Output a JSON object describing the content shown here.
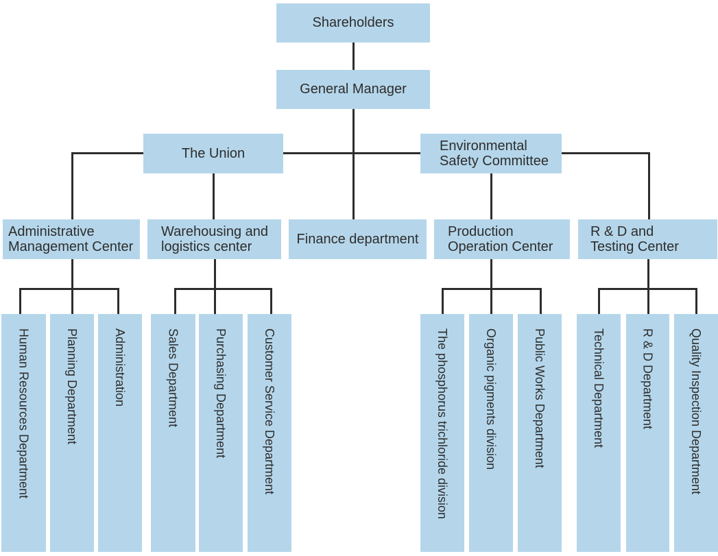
{
  "colors": {
    "fill": "#b5d6ea",
    "line": "#2d2d2d",
    "text": "#2d2d2d",
    "bg": "#ffffff"
  },
  "nodes": {
    "shareholders": "Shareholders",
    "general_manager": "General Manager",
    "the_union": "The Union",
    "environmental_safety_committee": "Environmental\nSafety Committee",
    "administrative_management_center": "Administrative\nManagement Center",
    "warehousing_logistics_center": "Warehousing and\nlogistics center",
    "finance_department": "Finance department",
    "production_operation_center": "Production\nOperation Center",
    "rd_and_testing_center": "R & D and\nTesting Center",
    "human_resources_department": "Human Resources Department",
    "planning_department": "Planning Department",
    "administration": "Administration",
    "sales_department": "Sales Department",
    "purchasing_department": "Purchasing Department",
    "customer_service_department": "Customer Service Department",
    "phosphorus_trichloride_division": "The phosphorus trichloride division",
    "organic_pigments_division": "Organic pigments division",
    "public_works_department": "Public Works Department",
    "technical_department": "Technical Department",
    "rd_department": "R & D Department",
    "quality_inspection_department": "Quality Inspection Department"
  },
  "edges": [
    {
      "from": "Shareholders",
      "to": "General Manager"
    },
    {
      "from": "General Manager",
      "to": "The Union"
    },
    {
      "from": "General Manager",
      "to": "Environmental Safety Committee"
    },
    {
      "from": "General Manager",
      "to": "Finance department"
    },
    {
      "from": "The Union",
      "to": "Administrative Management Center"
    },
    {
      "from": "The Union",
      "to": "Warehousing and logistics center"
    },
    {
      "from": "Environmental Safety Committee",
      "to": "Production Operation Center"
    },
    {
      "from": "Environmental Safety Committee",
      "to": "R & D and Testing Center"
    },
    {
      "from": "Administrative Management Center",
      "to": "Human Resources Department"
    },
    {
      "from": "Administrative Management Center",
      "to": "Planning Department"
    },
    {
      "from": "Administrative Management Center",
      "to": "Administration"
    },
    {
      "from": "Warehousing and logistics center",
      "to": "Sales Department"
    },
    {
      "from": "Warehousing and logistics center",
      "to": "Purchasing Department"
    },
    {
      "from": "Warehousing and logistics center",
      "to": "Customer Service Department"
    },
    {
      "from": "Production Operation Center",
      "to": "The phosphorus trichloride division"
    },
    {
      "from": "Production Operation Center",
      "to": "Organic pigments division"
    },
    {
      "from": "Production Operation Center",
      "to": "Public Works Department"
    },
    {
      "from": "R & D and Testing Center",
      "to": "Technical Department"
    },
    {
      "from": "R & D and Testing Center",
      "to": "R & D Department"
    },
    {
      "from": "R & D and Testing Center",
      "to": "Quality Inspection Department"
    }
  ]
}
